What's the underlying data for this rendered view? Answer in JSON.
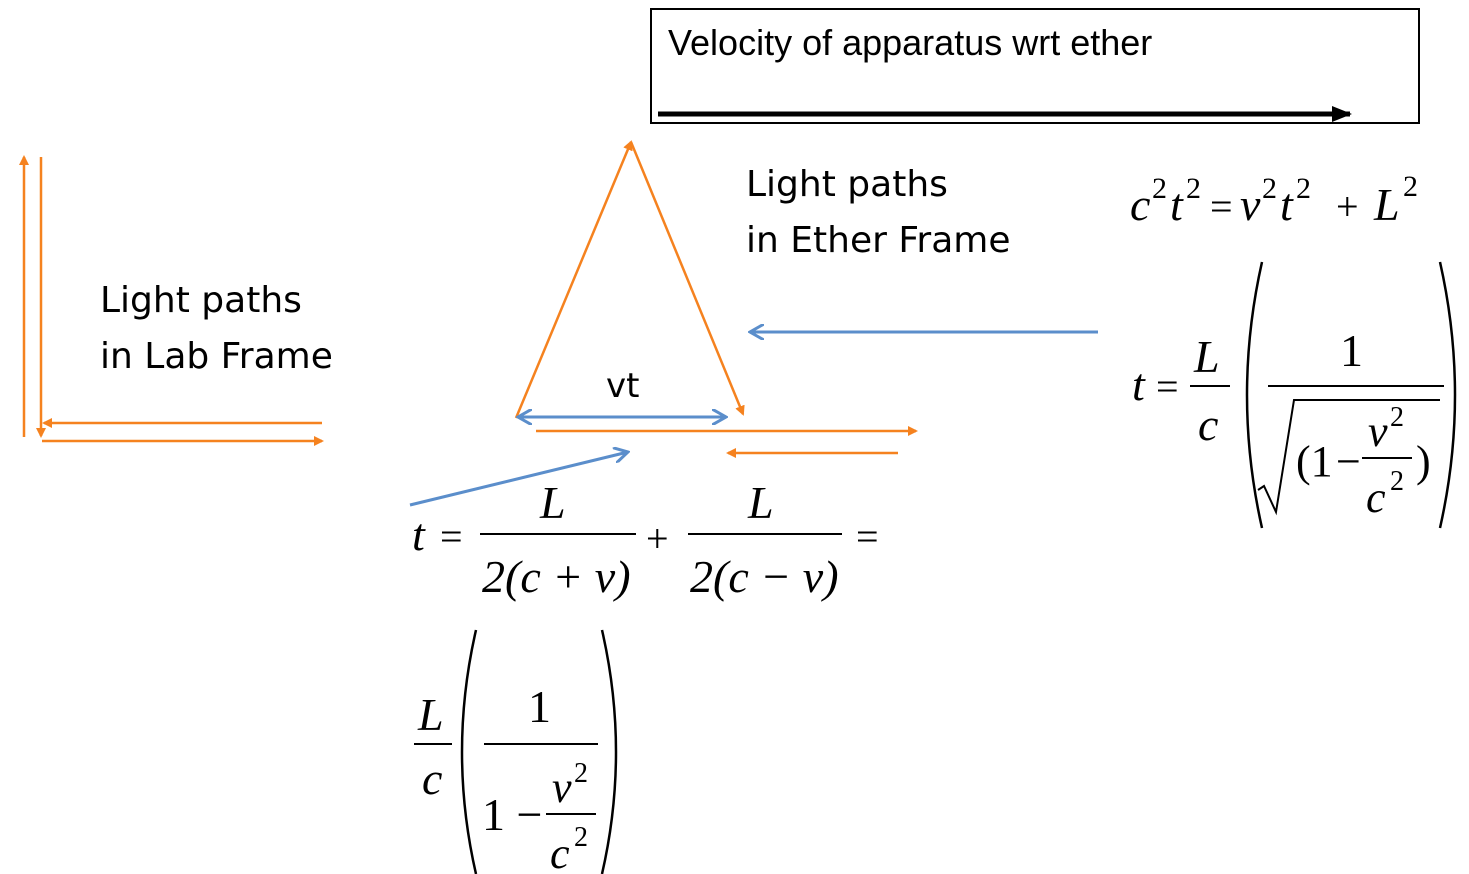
{
  "velocity_box": {
    "label": "Velocity of apparatus wrt ether"
  },
  "lab_frame": {
    "line1": "Light paths",
    "line2": "in Lab Frame"
  },
  "ether_frame": {
    "line1": "Light paths",
    "line2": "in Ether Frame"
  },
  "vt_label": "vt",
  "equations": {
    "pythagoras": {
      "c": "c",
      "t": "t",
      "v": "v",
      "L": "L",
      "sq": "2",
      "eq": "=",
      "plus": "+"
    },
    "transverse": {
      "t": "t",
      "eq": "=",
      "L": "L",
      "c": "c",
      "one": "1",
      "open": "(1",
      "minus": "−",
      "v": "v",
      "sq": "2",
      "close": ")"
    },
    "longitudinal": {
      "t": "t",
      "eq": "=",
      "L": "L",
      "two_cv_plus": "2(c + v)",
      "two_cv_minus": "2(c − v)",
      "plus": "+",
      "eq_tail": "="
    },
    "result": {
      "L": "L",
      "c": "c",
      "one": "1",
      "one_minus": "1 −",
      "v": "v",
      "sq": "2"
    }
  },
  "colors": {
    "orange": "#f5821f",
    "blue": "#5b8ecb",
    "black": "#000000"
  }
}
